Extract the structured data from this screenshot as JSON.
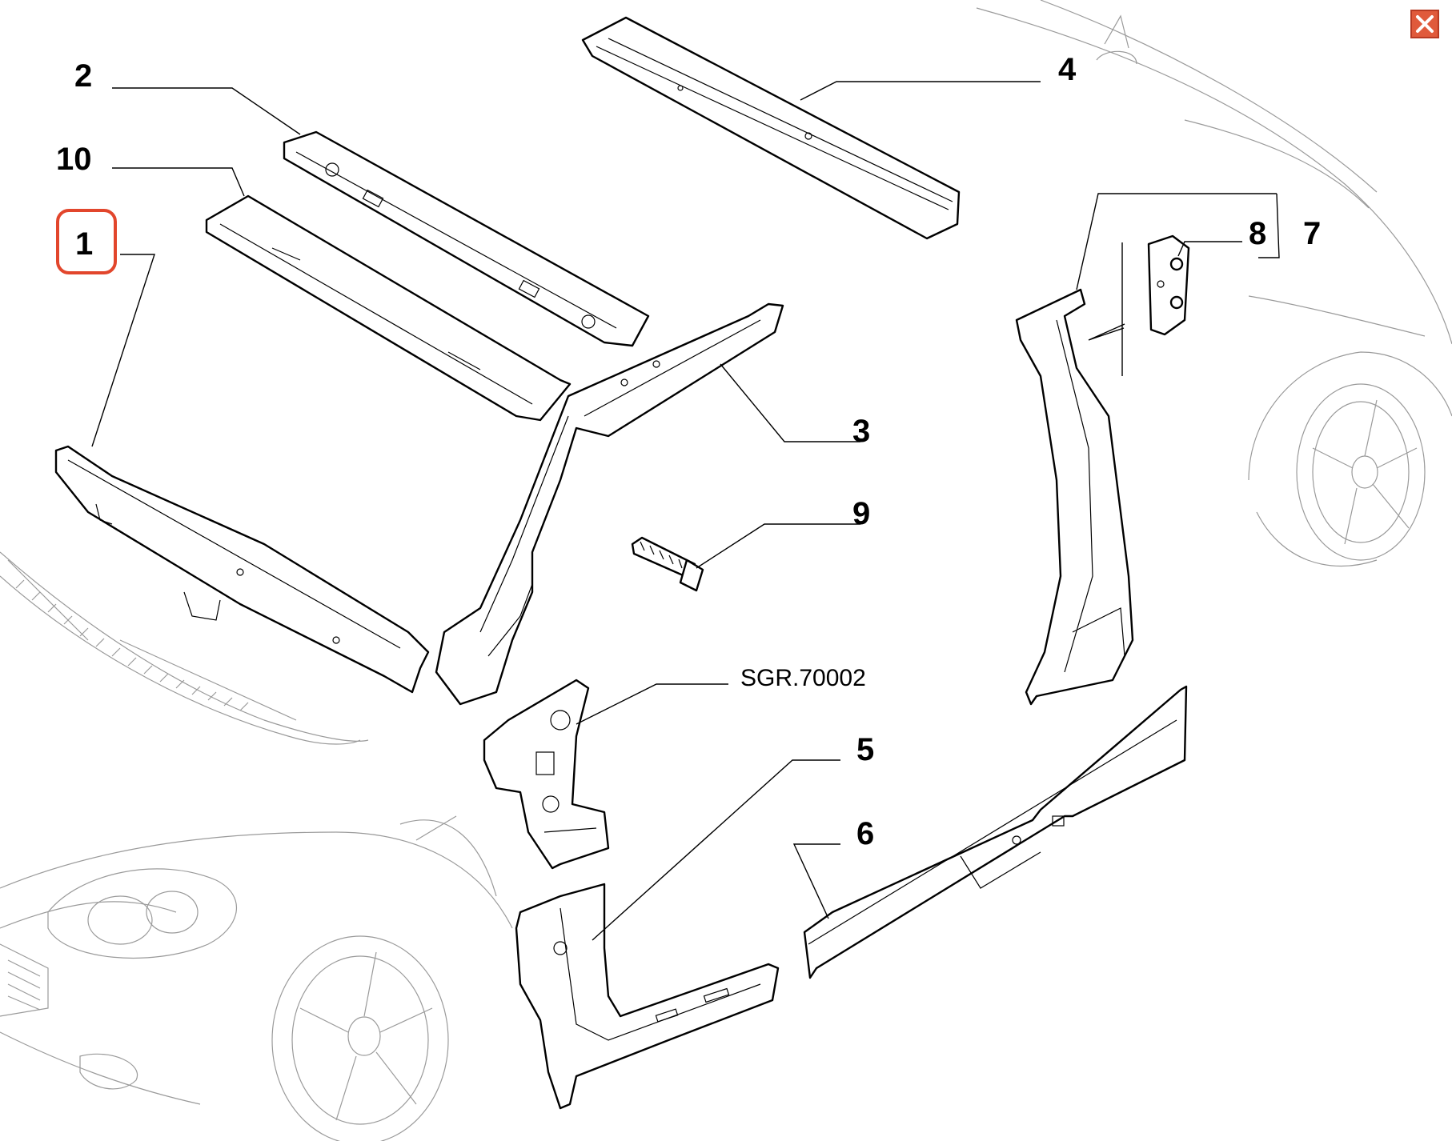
{
  "callouts": {
    "c1": "1",
    "c2": "2",
    "c3": "3",
    "c4": "4",
    "c5": "5",
    "c6": "6",
    "c7": "7",
    "c8": "8",
    "c9": "9",
    "c10": "10",
    "ref": "SGR.70002"
  },
  "highlight": {
    "selected_callout": "1",
    "color": "#e2462c"
  },
  "close_button": {
    "icon": "close-icon",
    "color": "#e05a3b"
  }
}
